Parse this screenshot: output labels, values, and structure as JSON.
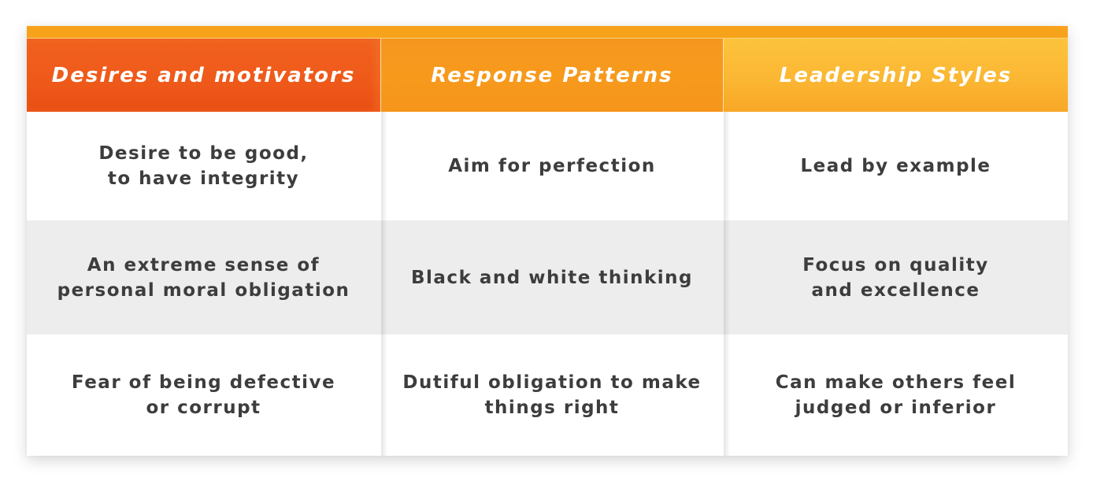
{
  "table": {
    "columns": [
      "Desires and motivators",
      "Response Patterns",
      "Leadership Styles"
    ],
    "rows": [
      [
        "Desire to be good,\nto have integrity",
        "Aim for perfection",
        "Lead by example"
      ],
      [
        "An extreme sense of\npersonal moral obligation",
        "Black and white thinking",
        "Focus on quality\nand excellence"
      ],
      [
        "Fear of being defective\nor corrupt",
        "Dutiful obligation to make\nthings right",
        "Can make others feel\njudged or inferior"
      ]
    ]
  },
  "colors": {
    "header_col1": "#ef5a1a",
    "header_col2": "#f79a1c",
    "header_col3": "#fbb733",
    "accent_strip": "#f7a21b",
    "alt_row": "#ededed",
    "text": "#3d3d3d"
  }
}
